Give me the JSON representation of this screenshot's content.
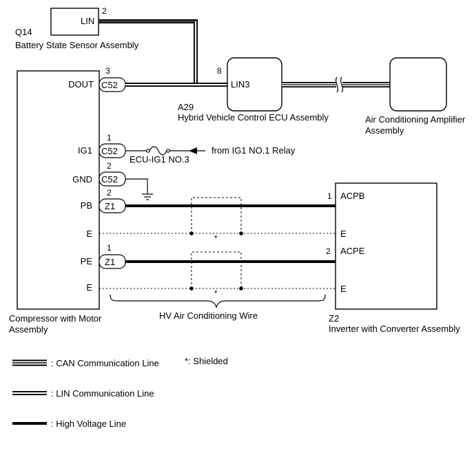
{
  "components": {
    "q14": {
      "code": "Q14",
      "name": "Battery State Sensor Assembly",
      "pin_label": "LIN",
      "pin_number": "2"
    },
    "a29": {
      "code": "A29",
      "name": "Hybrid Vehicle Control ECU Assembly",
      "pin_label": "LIN3",
      "pin_number": "8"
    },
    "ac_amp": {
      "name_line1": "Air Conditioning Amplifier",
      "name_line2": "Assembly"
    },
    "compressor": {
      "name_line1": "Compressor with Motor",
      "name_line2": "Assembly",
      "pins": [
        {
          "label": "DOUT",
          "connector": "C52",
          "number": "3"
        },
        {
          "label": "IG1",
          "connector": "C52",
          "number": "1"
        },
        {
          "label": "GND",
          "connector": "C52",
          "number": "2"
        },
        {
          "label": "PB",
          "connector": "Z1",
          "number": "2"
        },
        {
          "label": "E",
          "connector": "",
          "number": ""
        },
        {
          "label": "PE",
          "connector": "Z1",
          "number": "1"
        },
        {
          "label": "E",
          "connector": "",
          "number": ""
        }
      ]
    },
    "z2": {
      "code": "Z2",
      "name": "Inverter with Converter Assembly",
      "pins": [
        {
          "label": "ACPB",
          "number": "1"
        },
        {
          "label": "E",
          "number": ""
        },
        {
          "label": "ACPE",
          "number": "2"
        },
        {
          "label": "E",
          "number": ""
        }
      ]
    }
  },
  "fuse_label": "ECU-IG1 NO.3",
  "relay_label": "from IG1 NO.1 Relay",
  "wire_group_label": "HV Air Conditioning Wire",
  "shield_marks": [
    "*",
    "*"
  ],
  "legend": {
    "can": ": CAN Communication Line",
    "lin": ": LIN Communication Line",
    "hv": ": High Voltage Line",
    "shielded": "*: Shielded"
  }
}
